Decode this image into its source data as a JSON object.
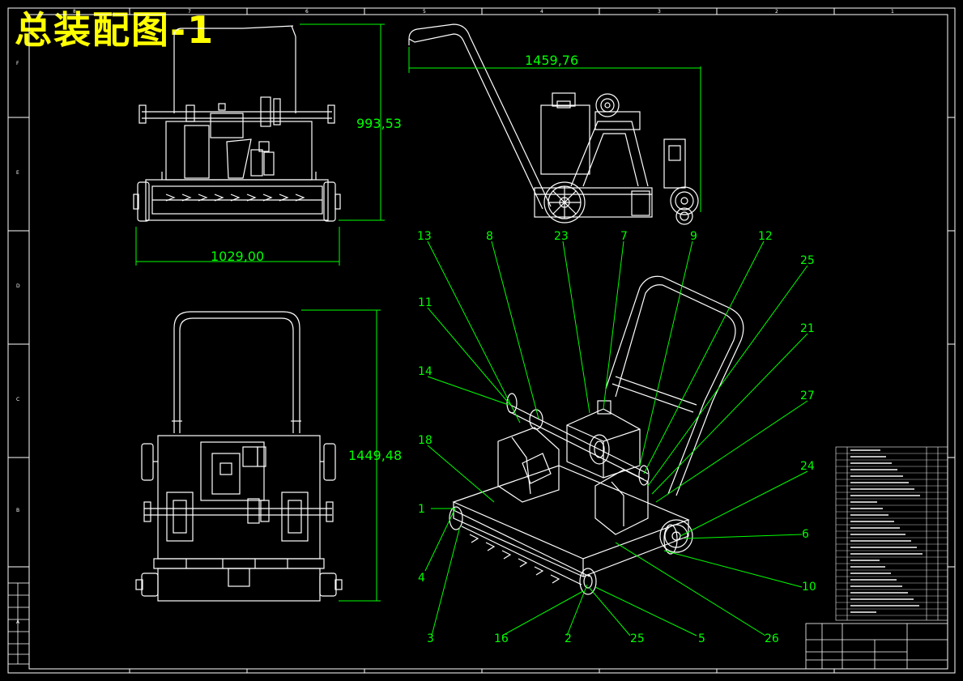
{
  "title": "总装配图-1",
  "dimensions": {
    "front_height": "993,53",
    "front_width": "1029,00",
    "side_length": "1459,76",
    "top_length": "1449,48"
  },
  "grid_numbers_top": [
    "8",
    "7",
    "6",
    "5",
    "4",
    "3",
    "2",
    "1"
  ],
  "grid_letters_side": [
    "F",
    "E",
    "D",
    "C",
    "B",
    "A"
  ],
  "balloons": [
    {
      "label": "13"
    },
    {
      "label": "8"
    },
    {
      "label": "23"
    },
    {
      "label": "7"
    },
    {
      "label": "9"
    },
    {
      "label": "12"
    },
    {
      "label": "25"
    },
    {
      "label": "21"
    },
    {
      "label": "27"
    },
    {
      "label": "24"
    },
    {
      "label": "6"
    },
    {
      "label": "10"
    },
    {
      "label": "26"
    },
    {
      "label": "5"
    },
    {
      "label": "25"
    },
    {
      "label": "2"
    },
    {
      "label": "16"
    },
    {
      "label": "3"
    },
    {
      "label": "4"
    },
    {
      "label": "1"
    },
    {
      "label": "18"
    },
    {
      "label": "14"
    },
    {
      "label": "11"
    }
  ],
  "colors": {
    "line": "#ffffff",
    "dimension": "#00ff00",
    "title": "#ffff00",
    "background": "#000000"
  }
}
